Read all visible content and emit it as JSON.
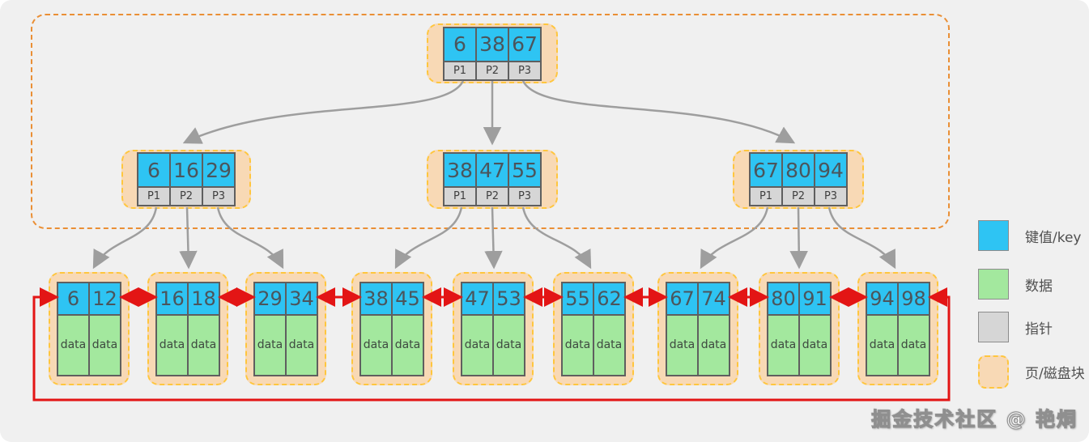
{
  "tree": {
    "root": {
      "keys": [
        "6",
        "38",
        "67"
      ],
      "pointers": [
        "P1",
        "P2",
        "P3"
      ]
    },
    "internal_nodes": [
      {
        "keys": [
          "6",
          "16",
          "29"
        ],
        "pointers": [
          "P1",
          "P2",
          "P3"
        ]
      },
      {
        "keys": [
          "38",
          "47",
          "55"
        ],
        "pointers": [
          "P1",
          "P2",
          "P3"
        ]
      },
      {
        "keys": [
          "67",
          "80",
          "94"
        ],
        "pointers": [
          "P1",
          "P2",
          "P3"
        ]
      }
    ],
    "leaf_nodes": [
      {
        "keys": [
          "6",
          "12"
        ],
        "data_labels": [
          "data",
          "data"
        ]
      },
      {
        "keys": [
          "16",
          "18"
        ],
        "data_labels": [
          "data",
          "data"
        ]
      },
      {
        "keys": [
          "29",
          "34"
        ],
        "data_labels": [
          "data",
          "data"
        ]
      },
      {
        "keys": [
          "38",
          "45"
        ],
        "data_labels": [
          "data",
          "data"
        ]
      },
      {
        "keys": [
          "47",
          "53"
        ],
        "data_labels": [
          "data",
          "data"
        ]
      },
      {
        "keys": [
          "55",
          "62"
        ],
        "data_labels": [
          "data",
          "data"
        ]
      },
      {
        "keys": [
          "67",
          "74"
        ],
        "data_labels": [
          "data",
          "data"
        ]
      },
      {
        "keys": [
          "80",
          "91"
        ],
        "data_labels": [
          "data",
          "data"
        ]
      },
      {
        "keys": [
          "94",
          "98"
        ],
        "data_labels": [
          "data",
          "data"
        ]
      }
    ]
  },
  "legend": {
    "items": [
      {
        "label": "键值/key",
        "color": "#2ec4f3"
      },
      {
        "label": "数据",
        "color": "#a3e89e"
      },
      {
        "label": "指针",
        "color": "#d6d6d6"
      },
      {
        "label": "页/磁盘块",
        "color": "#f8d9b5"
      }
    ]
  },
  "watermark": "掘金技术社区 @ 艳烔",
  "colors": {
    "key_blue": "#2ec4f3",
    "data_green": "#a3e89e",
    "pointer_gray": "#d6d6d6",
    "page_fill": "#f8d9b5",
    "page_border_dash": "#ffc63e",
    "group_border_dash": "#ea8f35",
    "edge_gray": "#9e9e9e",
    "leaf_link_red": "#e31515",
    "canvas_bg": "#f0f0f0"
  }
}
